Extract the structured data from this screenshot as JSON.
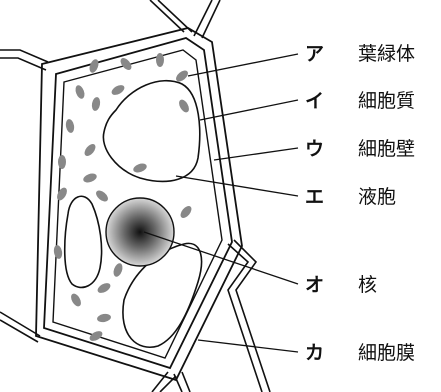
{
  "labels": [
    {
      "letter": "ア",
      "name": "葉緑体"
    },
    {
      "letter": "イ",
      "name": "細胞質"
    },
    {
      "letter": "ウ",
      "name": "細胞壁"
    },
    {
      "letter": "エ",
      "name": "液胞"
    },
    {
      "letter": "オ",
      "name": "核"
    },
    {
      "letter": "カ",
      "name": "細胞膜"
    }
  ]
}
